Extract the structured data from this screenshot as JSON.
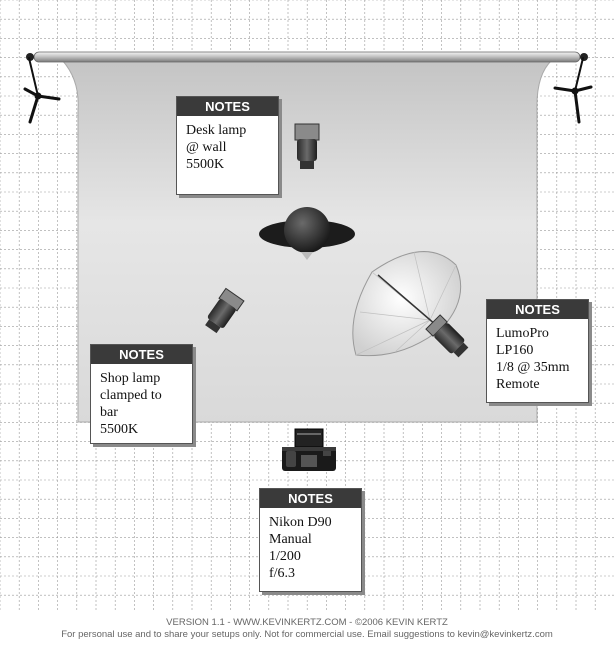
{
  "notes": [
    {
      "header": "NOTES",
      "lines": [
        "Desk lamp",
        "@ wall",
        "5500K"
      ]
    },
    {
      "header": "NOTES",
      "lines": [
        "Shop lamp",
        "clamped to",
        "bar",
        "5500K"
      ]
    },
    {
      "header": "NOTES",
      "lines": [
        "LumoPro",
        "LP160",
        "1/8 @ 35mm",
        "Remote"
      ]
    },
    {
      "header": "NOTES",
      "lines": [
        "Nikon D90",
        "Manual",
        "1/200",
        "f/6.3"
      ]
    }
  ],
  "footer": {
    "line1": "VERSION 1.1   -   WWW.KEVINKERTZ.COM   -   ©2006 KEVIN KERTZ",
    "line2": "For personal use and to share your setups only. Not for commercial use.  Email suggestions to kevin@kevinkertz.com"
  },
  "colors": {
    "grid": "#9a9a9a",
    "backdrop": "#dcdcdc",
    "note_header": "#3a3a3a"
  },
  "icons": [
    "light-stand-icon",
    "strobe-head-icon",
    "umbrella-icon",
    "camera-icon",
    "subject-icon"
  ]
}
